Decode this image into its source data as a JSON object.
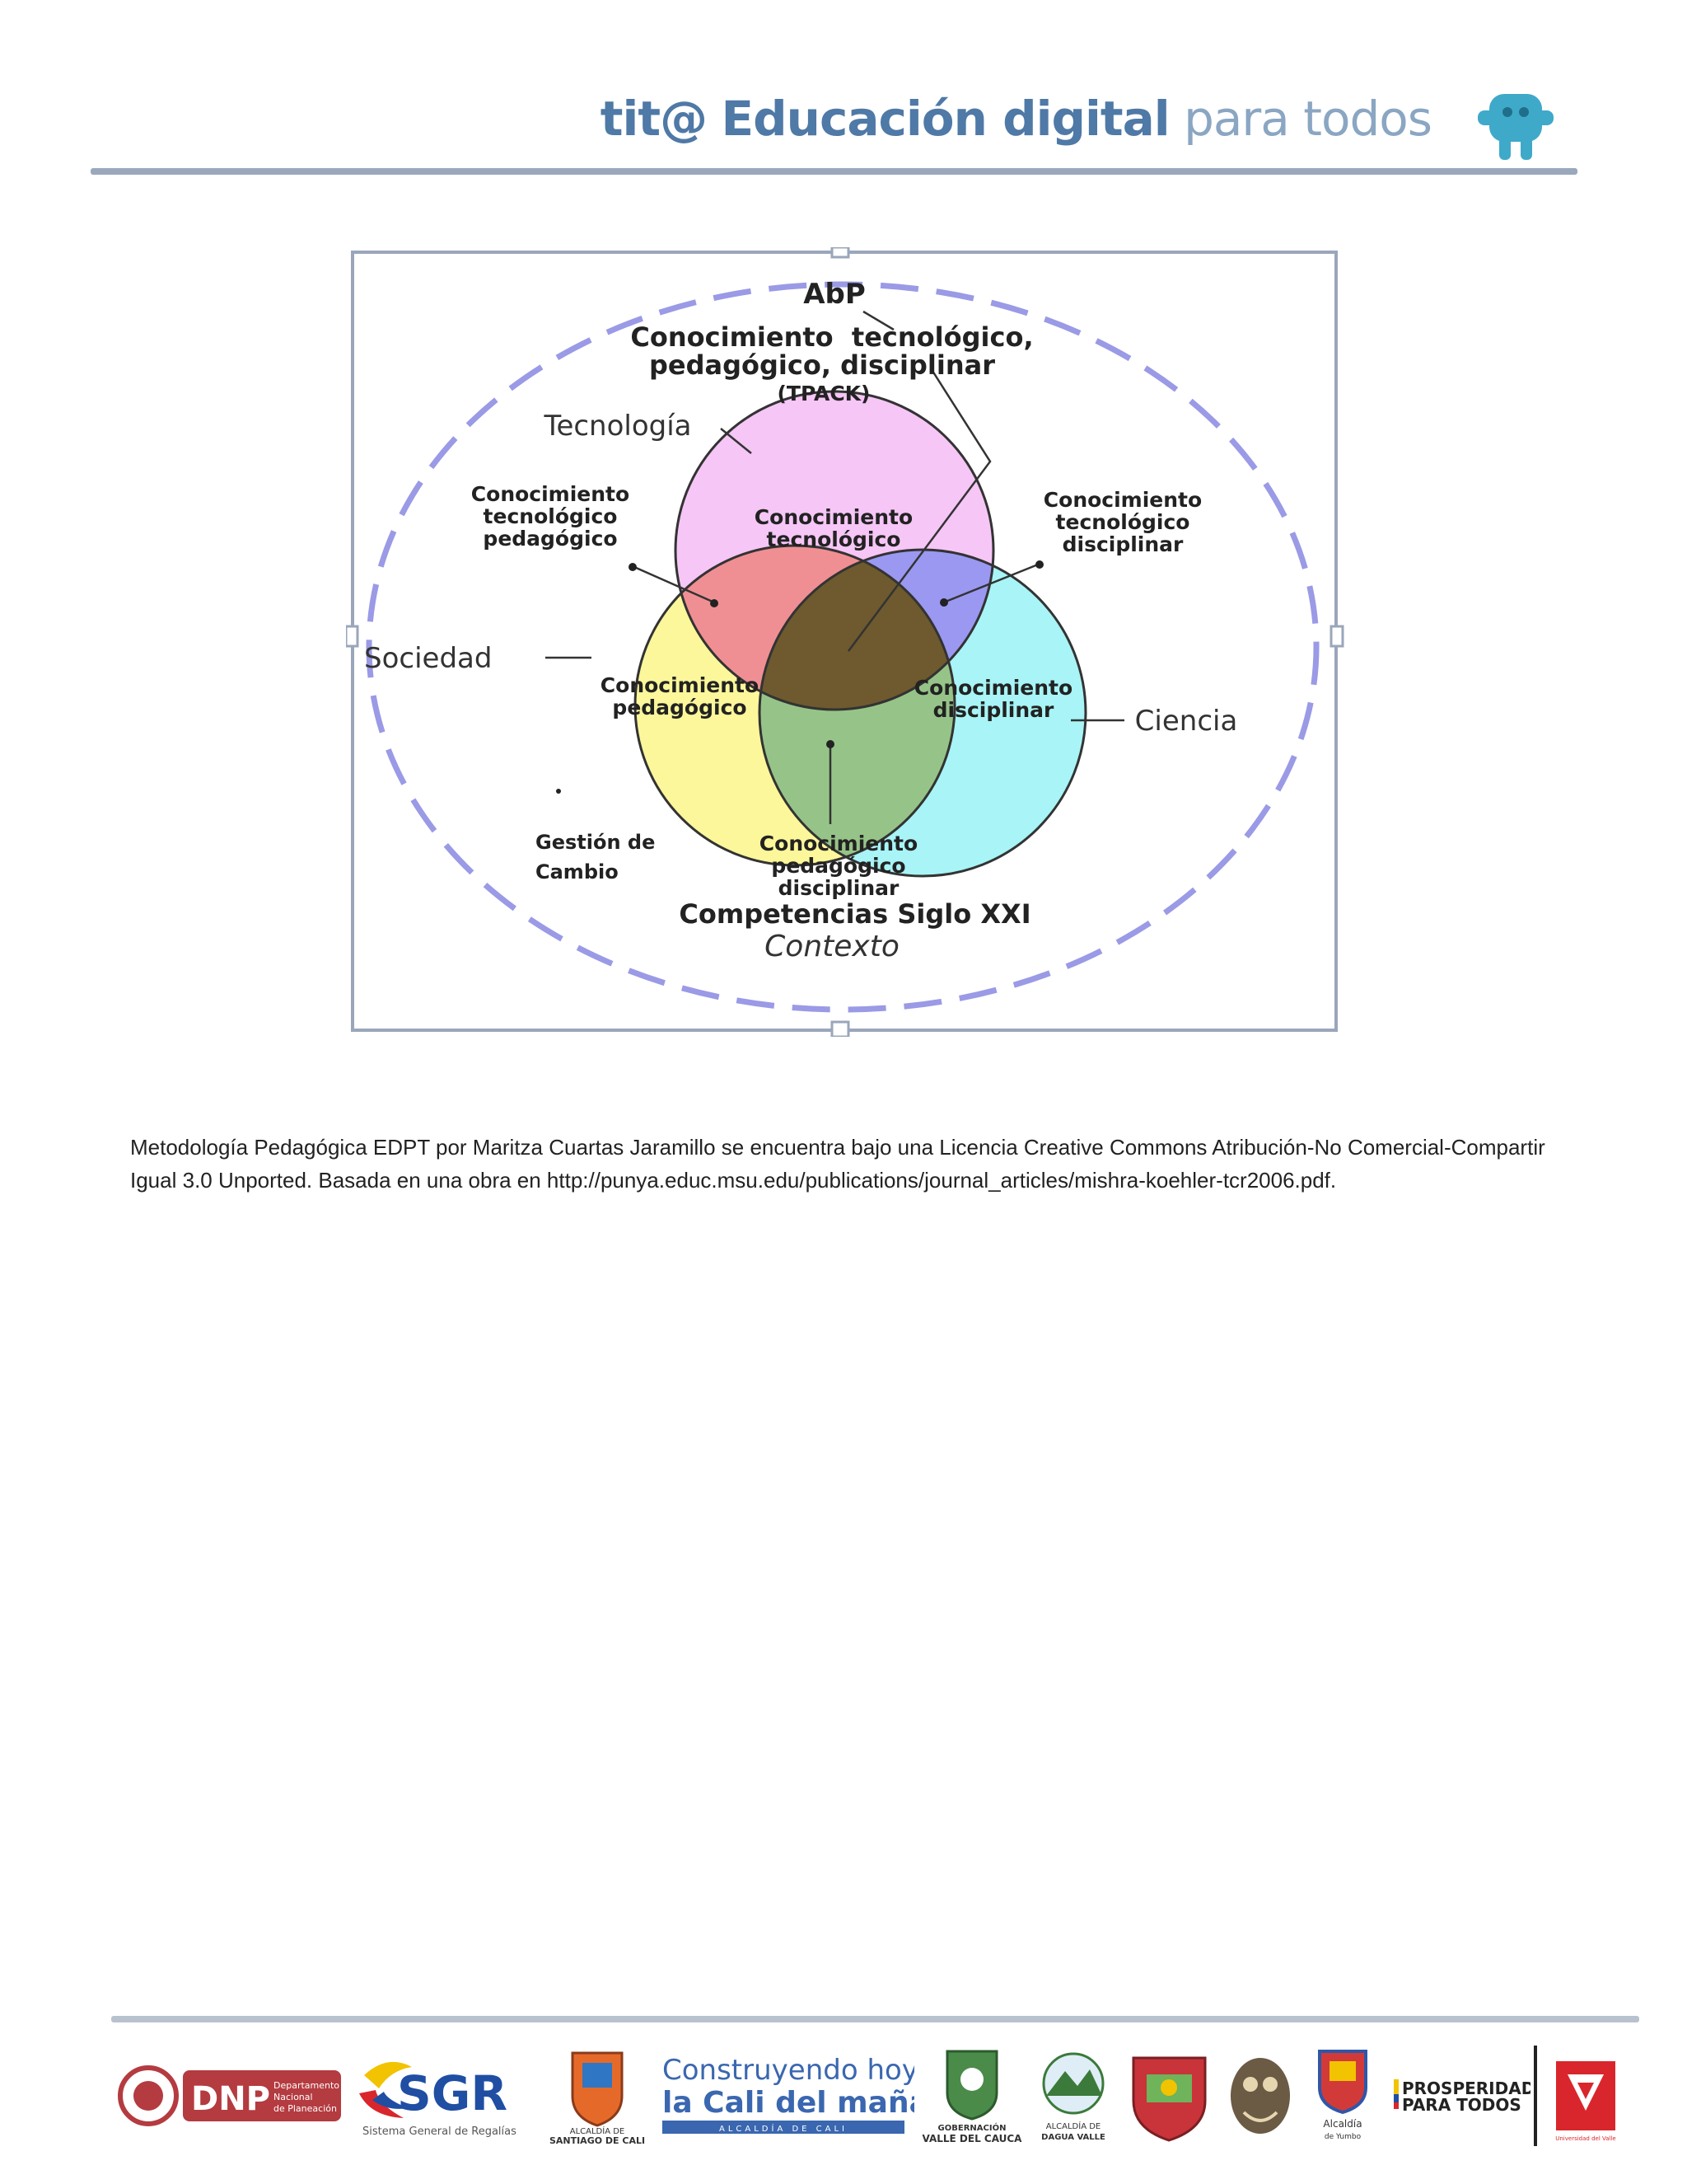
{
  "header": {
    "brand_prefix": "tit@",
    "brand_main": "Educación digital",
    "brand_suffix": "para todos"
  },
  "diagram": {
    "title": "AbP",
    "tpack_line1": "Conocimiento  tecnológico,",
    "tpack_line2": "pedagógico, disciplinar",
    "tpack_abbr": "(TPACK)",
    "tecnologia": "Tecnología",
    "sociedad": "Sociedad",
    "ciencia": "Ciencia",
    "circle_tech_line1": "Conocimiento",
    "circle_tech_line2": "tecnológico",
    "circle_ped_line1": "Conocimiento",
    "circle_ped_line2": "pedagógico",
    "circle_disc_line1": "Conocimiento",
    "circle_disc_line2": "disciplinar",
    "tp_line1": "Conocimiento",
    "tp_line2": "tecnológico",
    "tp_line3": "pedagógico",
    "td_line1": "Conocimiento",
    "td_line2": "tecnológico",
    "td_line3": "disciplinar",
    "pd_line1": "Conocimiento",
    "pd_line2": "pedagógico",
    "pd_line3": "disciplinar",
    "gestion_line1": "Gestión de",
    "gestion_line2": "Cambio",
    "competencias": "Competencias Siglo XXI",
    "contexto": "Contexto",
    "colors": {
      "tech": "#f6c6f6",
      "ped": "#fbf79a",
      "disc": "#a8f4f6",
      "tech_ped": "#f08f93",
      "tech_disc": "#9b98f2",
      "ped_disc": "#96c488",
      "center": "#6e5a2e",
      "outer_dash": "#9a9ae6"
    }
  },
  "caption": {
    "line1": "Metodología Pedagógica EDPT por Maritza Cuartas Jaramillo se encuentra bajo una Licencia Creative Commons Atribución-No Comercial-Compartir",
    "line2": "Igual 3.0 Unported. Basada en una obra en http://punya.educ.msu.edu/publications/journal_articles/mishra-koehler-tcr2006.pdf."
  },
  "footer": {
    "dnp": "DNP",
    "dnp_sub1": "Departamento",
    "dnp_sub2": "Nacional",
    "dnp_sub3": "de Planeación",
    "sgr": "SGR",
    "sgr_sub": "Sistema General de Regalías",
    "santiago1": "ALCALDÍA DE",
    "santiago2": "SANTIAGO DE CALI",
    "cali1": "Construyendo hoy",
    "cali2": "la Cali del mañana",
    "cali3": "ALCALDÍA DE CALI",
    "valle1": "GOBERNACIÓN",
    "valle2": "VALLE DEL CAUCA",
    "dagua1": "ALCALDÍA DE",
    "dagua2": "DAGUA VALLE",
    "yumbo1": "Alcaldía",
    "yumbo2": "de Yumbo",
    "prosperidad1": "PROSPERIDAD",
    "prosperidad2": "PARA TODOS",
    "univalle": "Universidad del Valle"
  }
}
